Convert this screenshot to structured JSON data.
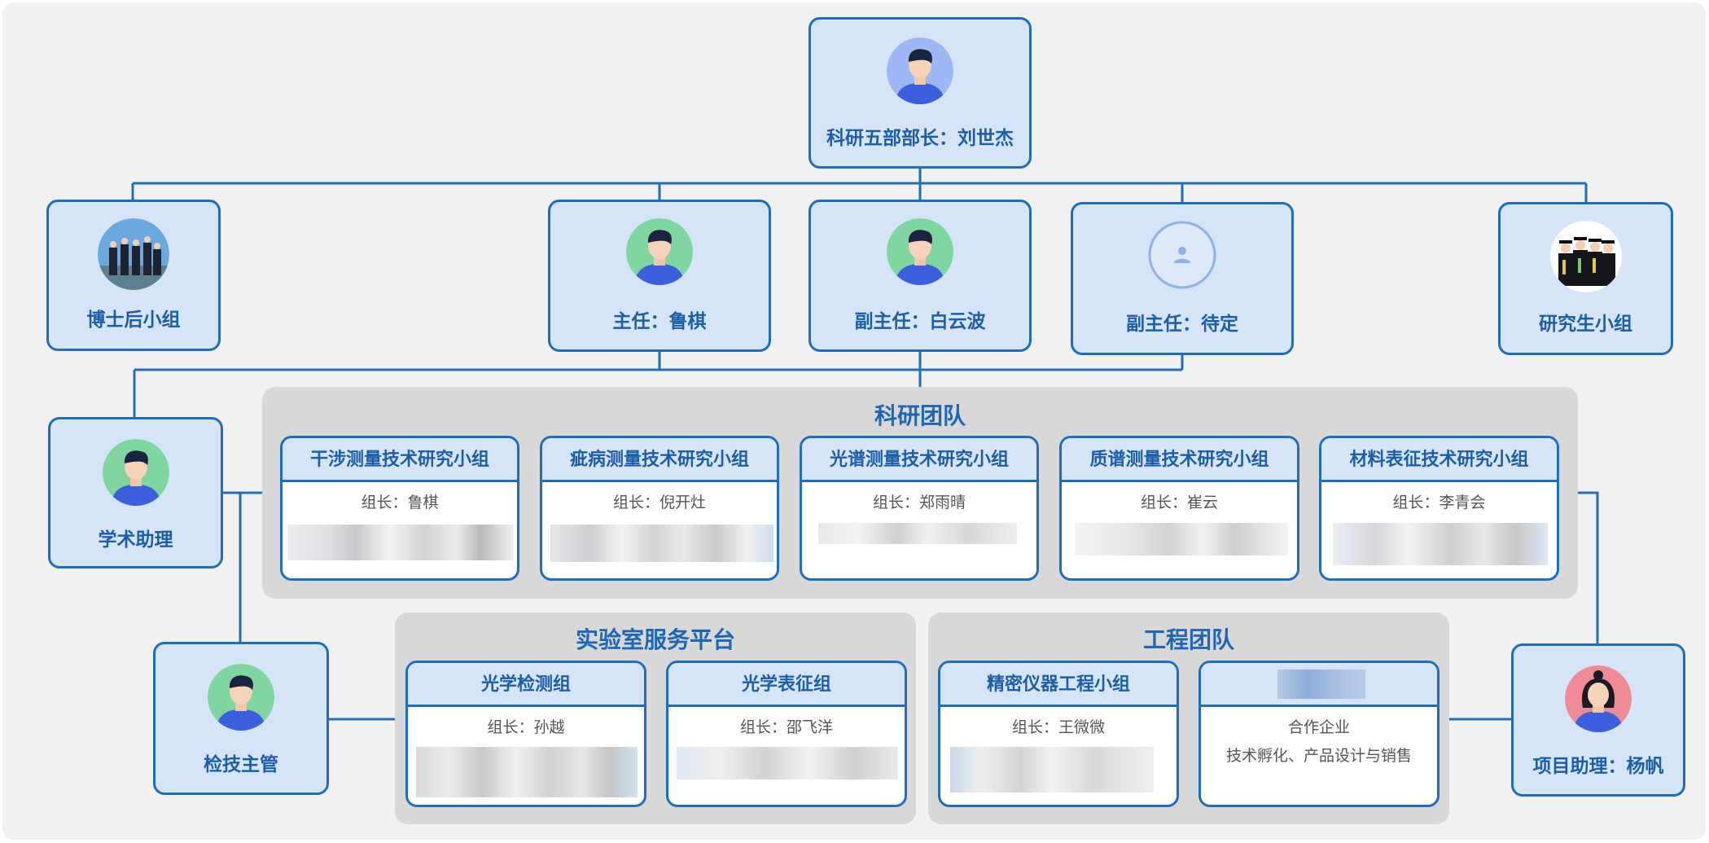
{
  "top": {
    "label": "科研五部部长：刘世杰"
  },
  "row1": {
    "postdoc": "博士后小组",
    "director": "主任：鲁棋",
    "deputy1": "副主任：白云波",
    "deputy2": "副主任：待定",
    "grad": "研究生小组"
  },
  "side": {
    "assistant": "学术助理",
    "inspector": "检技主管",
    "project": "项目助理：杨帆"
  },
  "research": {
    "title": "科研团队",
    "groups": [
      {
        "name": "干涉测量技术研究小组",
        "leader": "组长：鲁棋"
      },
      {
        "name": "疵病测量技术研究小组",
        "leader": "组长：倪开灶"
      },
      {
        "name": "光谱测量技术研究小组",
        "leader": "组长：郑雨晴"
      },
      {
        "name": "质谱测量技术研究小组",
        "leader": "组长：崔云"
      },
      {
        "name": "材料表征技术研究小组",
        "leader": "组长：李青会"
      }
    ]
  },
  "lab": {
    "title": "实验室服务平台",
    "groups": [
      {
        "name": "光学检测组",
        "leader": "组长：孙越"
      },
      {
        "name": "光学表征组",
        "leader": "组长：邵飞洋"
      }
    ]
  },
  "engineering": {
    "title": "工程团队",
    "groups": [
      {
        "name": "精密仪器工程小组",
        "leader": "组长：王微微"
      },
      {
        "name": "",
        "leader": "合作企业",
        "desc": "技术孵化、产品设计与销售"
      }
    ]
  },
  "colors": {
    "accent": "#1f6dbb",
    "box": "#d5e4f7",
    "panel": "#d8d8d8"
  }
}
